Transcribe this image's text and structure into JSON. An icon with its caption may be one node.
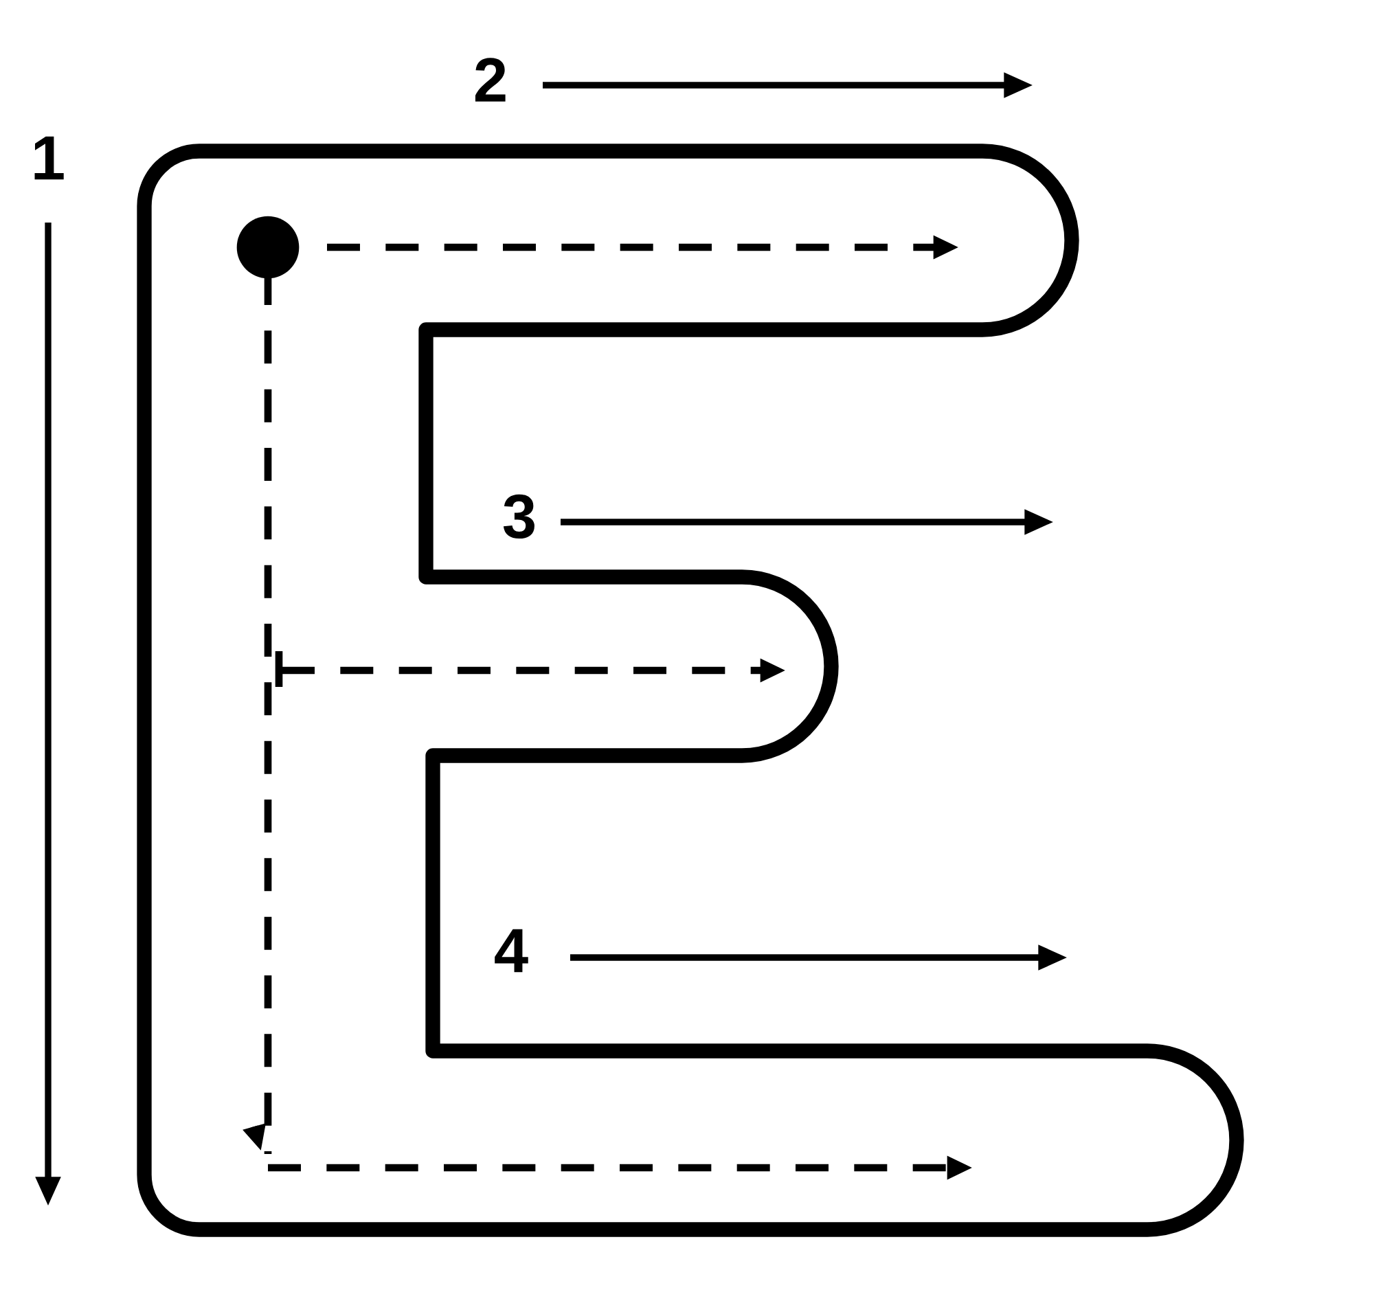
{
  "diagram": {
    "labels": [
      "2",
      "1",
      "3",
      "4"
    ]
  }
}
